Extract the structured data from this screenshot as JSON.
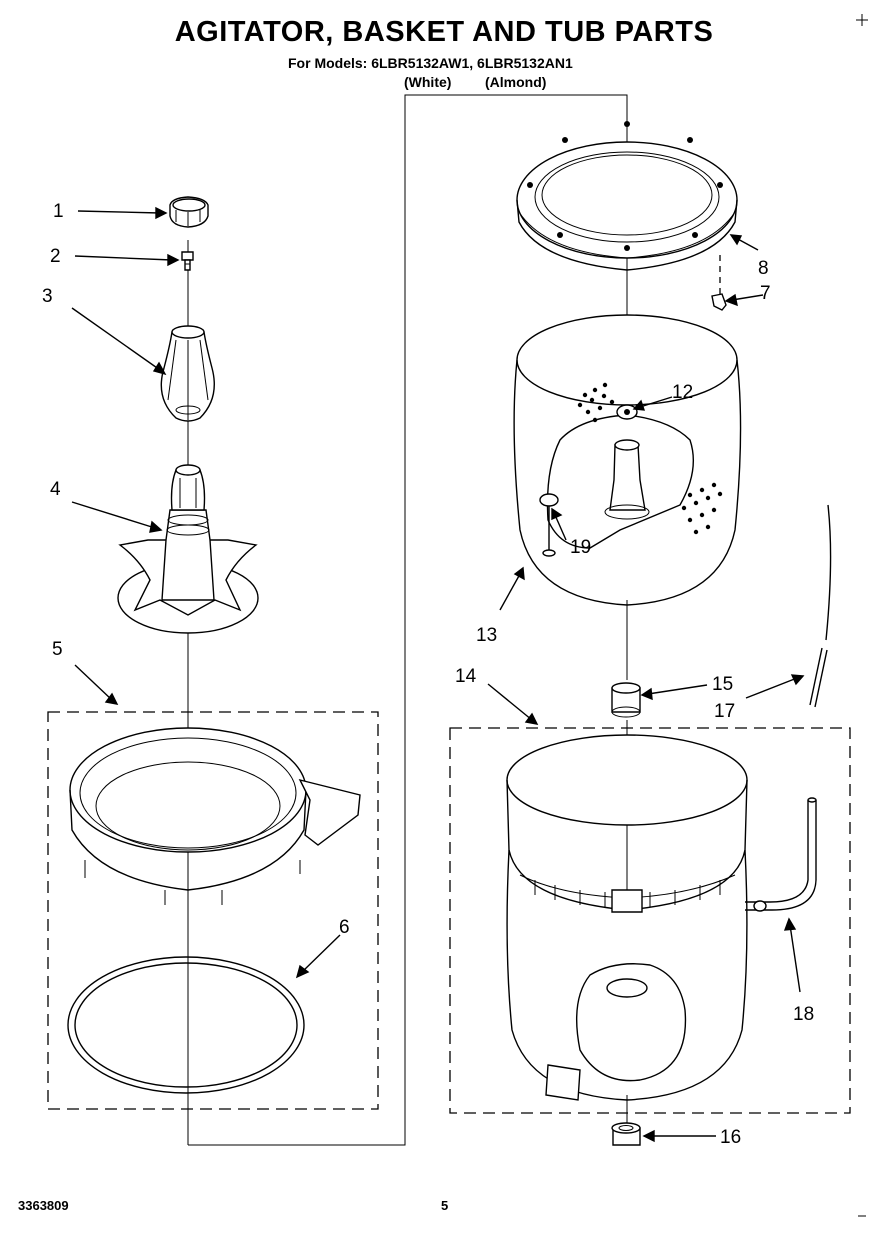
{
  "title": "AGITATOR, BASKET AND TUB PARTS",
  "models_line": "For Models: 6LBR5132AW1, 6LBR5132AN1",
  "variants": {
    "white": "(White)",
    "almond": "(Almond)"
  },
  "parts": {
    "p1": "1",
    "p2": "2",
    "p3": "3",
    "p4": "4",
    "p5": "5",
    "p6": "6",
    "p7": "7",
    "p8": "8",
    "p12": "12",
    "p13": "13",
    "p14": "14",
    "p15": "15",
    "p16": "16",
    "p17": "17",
    "p18": "18",
    "p19": "19"
  },
  "footer": {
    "doc_number": "3363809",
    "page_number": "5"
  }
}
